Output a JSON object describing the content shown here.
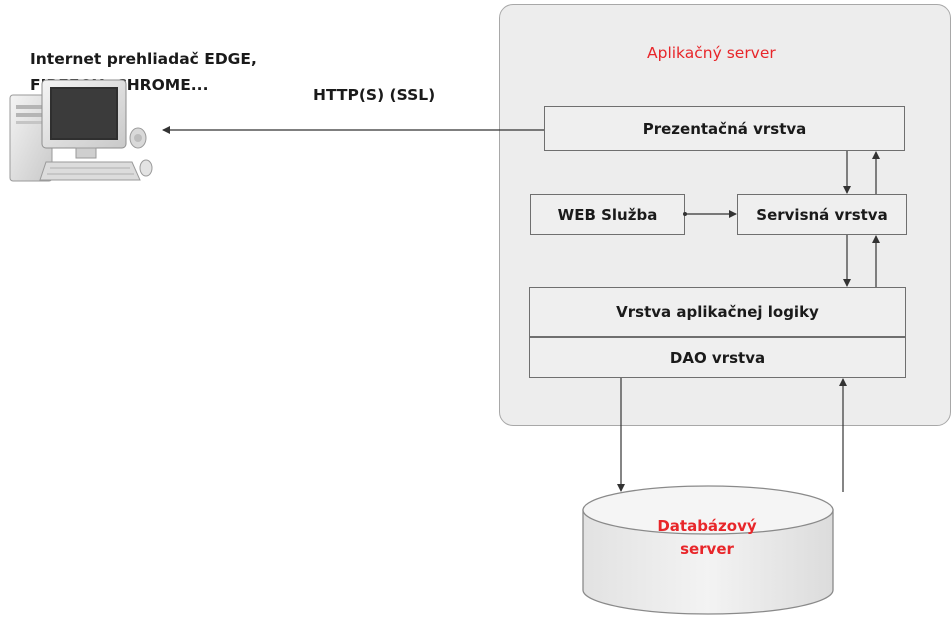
{
  "client": {
    "label_line1": "Internet prehliadač EDGE,",
    "label_line2": "FIREFOX, CHROME...",
    "icon": "desktop-computer-icon"
  },
  "connection": {
    "label": "HTTP(S) (SSL)"
  },
  "app_server": {
    "title": "Aplikačný server",
    "layers": {
      "presentation": "Prezentačná vrstva",
      "web_service": "WEB Služba",
      "service": "Servisná vrstva",
      "app_logic": "Vrstva aplikačnej logiky",
      "dao": "DAO vrstva"
    }
  },
  "database": {
    "line1": "Databázový",
    "line2": "server"
  },
  "colors": {
    "accent_red": "#e8262a",
    "panel_bg": "#ededed",
    "box_bg": "#efefef",
    "line": "#333333"
  }
}
